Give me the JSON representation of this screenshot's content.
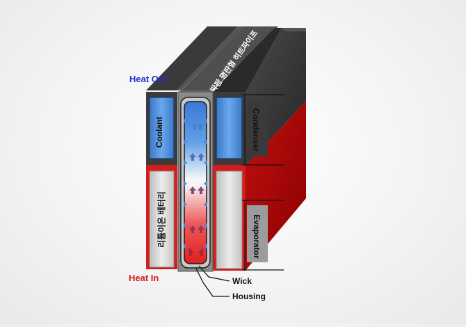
{
  "labels": {
    "heat_out": "Heat Out",
    "heat_in": "Heat In",
    "coolant": "Coolant",
    "battery": "리튬이온 배터리",
    "condenser": "Condenser",
    "evaporator": "Evaporator",
    "wick": "Wick",
    "housing": "Housing",
    "title": "박판 평판형 히트파이프"
  },
  "colors": {
    "heat_out": "#1f2fd0",
    "heat_in": "#d51c1c",
    "dark_block": "#2f2f2f",
    "red_block": "#b00000",
    "coolant": "#3c7fd0"
  },
  "icons": [
    "arrow-up-icon",
    "arrow-in-icon"
  ]
}
